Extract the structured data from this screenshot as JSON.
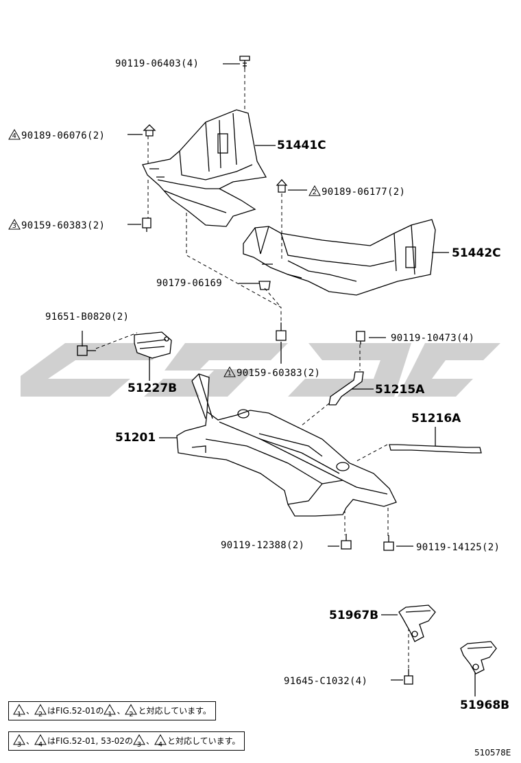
{
  "labels": {
    "l1": "90119-06403(4)",
    "l2_num": "4",
    "l2": "90189-06076(2)",
    "l3": "51441C",
    "l4_num": "2",
    "l4": "90189-06177(2)",
    "l5_num": "3",
    "l5": "90159-60383(2)",
    "l6": "51442C",
    "l7": "90179-06169",
    "l8": "91651-B0820(2)",
    "l9": "90119-10473(4)",
    "l10_num": "1",
    "l10": "90159-60383(2)",
    "l11": "51227B",
    "l12": "51215A",
    "l13": "51216A",
    "l14": "51201",
    "l15": "90119-12388(2)",
    "l16": "90119-14125(2)",
    "l17": "51967B",
    "l18": "91645-C1032(4)",
    "l19": "51968B"
  },
  "notes": {
    "n1": {
      "a": "1",
      "b": "2",
      "mid": "はFIG.52-01の",
      "c": "1",
      "d": "2",
      "end": "と対応しています。"
    },
    "n2": {
      "a": "3",
      "b": "4",
      "mid": "はFIG.52-01, 53-02の",
      "c": "3",
      "d": "4",
      "end": "と対応しています。"
    }
  },
  "figure_code": "510578E"
}
